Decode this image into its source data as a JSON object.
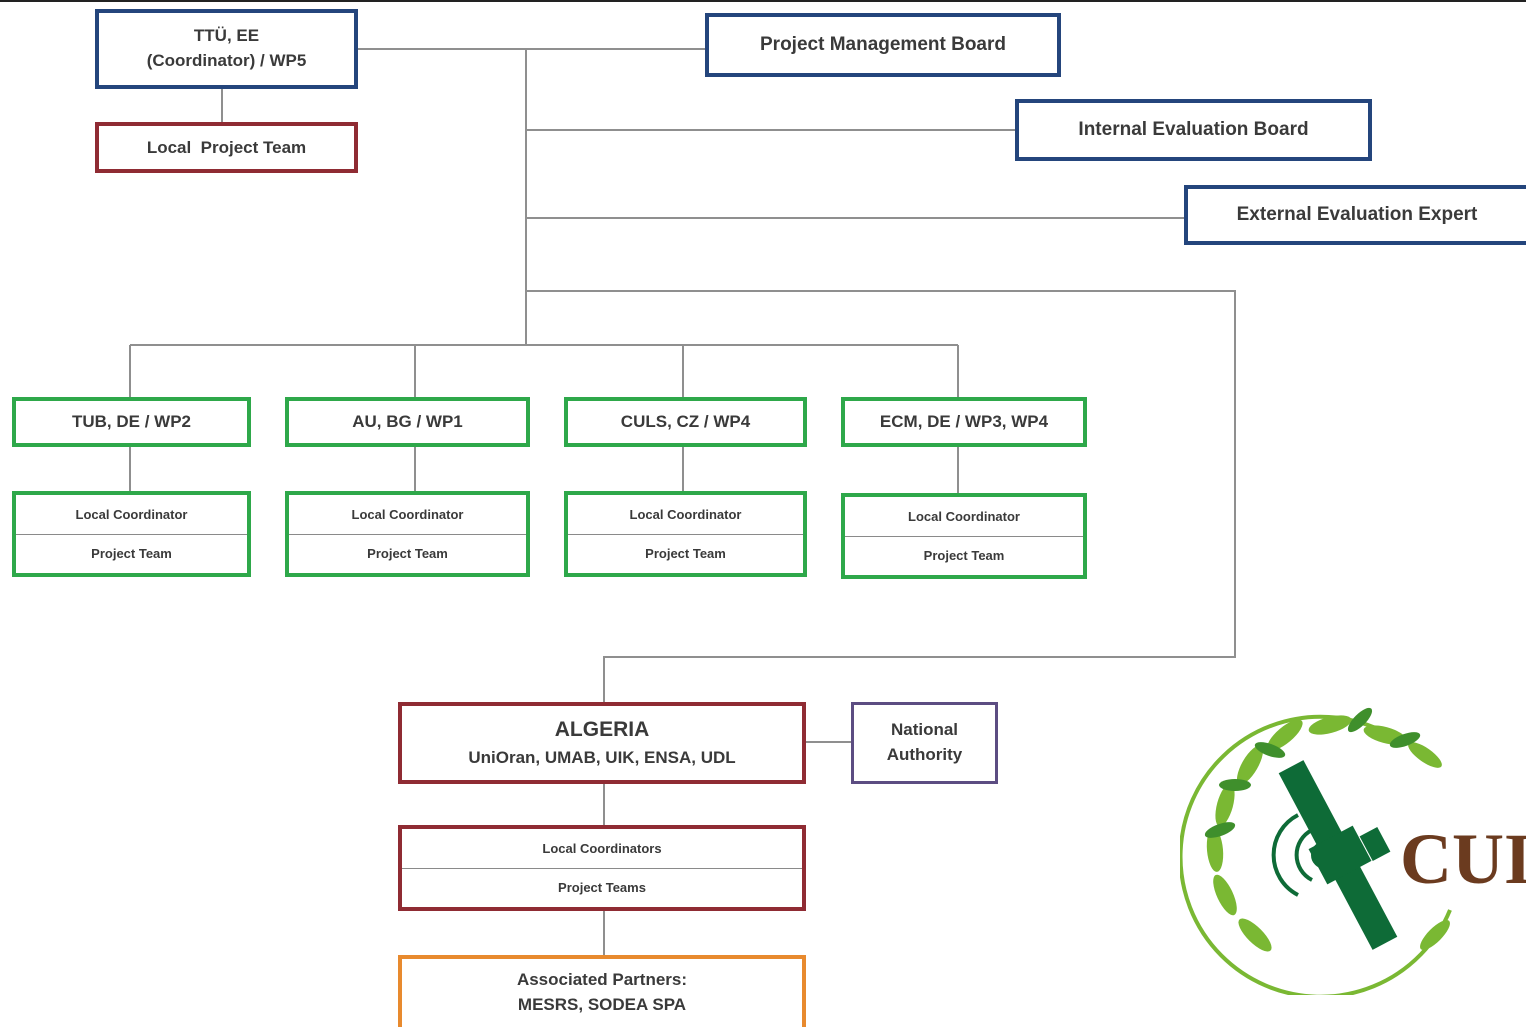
{
  "coordinator": {
    "line1": "TTÜ, EE",
    "line2": "(Coordinator) / WP5"
  },
  "local_project_team": "Local  Project Team",
  "boards": {
    "project_management": "Project Management Board",
    "internal_evaluation": "Internal Evaluation Board",
    "external_expert": "External Evaluation Expert"
  },
  "partners": [
    {
      "name": "TUB, DE / WP2",
      "top": "Local Coordinator",
      "bottom": "Project Team"
    },
    {
      "name": "AU, BG / WP1",
      "top": "Local Coordinator",
      "bottom": "Project Team"
    },
    {
      "name": "CULS, CZ / WP4",
      "top": "Local Coordinator",
      "bottom": "Project Team"
    },
    {
      "name": "ECM, DE / WP3, WP4",
      "top": "Local Coordinator",
      "bottom": "Project Team"
    }
  ],
  "algeria": {
    "title": "ALGERIA",
    "members": "UniOran, UMAB, UIK, ENSA, UDL"
  },
  "national_authority": {
    "line1": "National",
    "line2": "Authority"
  },
  "algeria_teams": {
    "top": "Local Coordinators",
    "bottom": "Project Teams"
  },
  "associated_partners": {
    "line1": "Associated Partners:",
    "line2": "MESRS, SODEA SPA"
  },
  "logo": {
    "text": "CUI"
  },
  "colors": {
    "blue": "#24457c",
    "red": "#8f2b33",
    "green": "#2ea84a",
    "purple": "#5c4d82",
    "orange": "#e88a2e",
    "connector": "#8f8f8f",
    "logo_green": "#0e6b37",
    "logo_leaf": "#7ab833",
    "logo_brown": "#6b3b1f"
  }
}
